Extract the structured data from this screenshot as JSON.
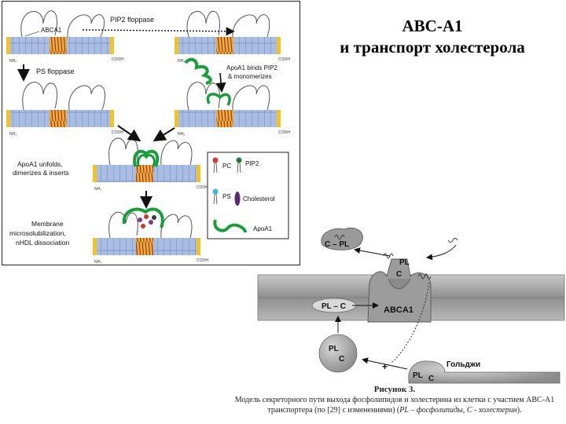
{
  "title": {
    "line1": "ABC-A1",
    "line2": "и транспорт холестерола"
  },
  "top_panel": {
    "abca1_label": "ABCA1",
    "pip2_floppase": "PIP2 floppase",
    "ps_floppase": "PS floppase",
    "apoa1_binds_line1": "ApoA1 binds PIP2",
    "apoa1_binds_line2": "& monomerizes",
    "unfolds_line1": "ApoA1 unfolds,",
    "unfolds_line2": "dimerizes & inserts",
    "membrane_line1": "Membrane",
    "membrane_line2": "microsolubilization,",
    "membrane_line3": "nHDL dissociation",
    "nh2": "NH₂",
    "cooh": "COOH",
    "legend": {
      "pc": "PC",
      "pip2": "PIP2",
      "ps": "PS",
      "cholesterol": "Cholesterol",
      "apoa1": "ApoA1"
    }
  },
  "bottom_diagram": {
    "c_pl_top": "C – PL",
    "pl": "PL",
    "c": "C",
    "pl_c_membrane": "PL – C",
    "abca1": "ABCA1",
    "golgi": "Гольджи",
    "plus": "+"
  },
  "caption": {
    "title": "Рисунок 3.",
    "line1": "Модель секреторного  пути выхода фосфолипидов и холестерина из клетки с участием ABC-A1",
    "line2_a": "транспортера (по [29] с изменениями) (",
    "line2_pl": "PL – фосфолипиды,",
    "line2_c": "C - холестерин",
    "line2_end": ")."
  },
  "colors": {
    "membrane_blue": "#a9bde3",
    "membrane_blue_dark": "#6f86b8",
    "cap_yellow": "#f2c22a",
    "pore_red": "#b5291f",
    "apoa1_green": "#1a9c3c",
    "gray_membrane": "#9a9a9a",
    "gray_dark": "#6a6a6a"
  }
}
